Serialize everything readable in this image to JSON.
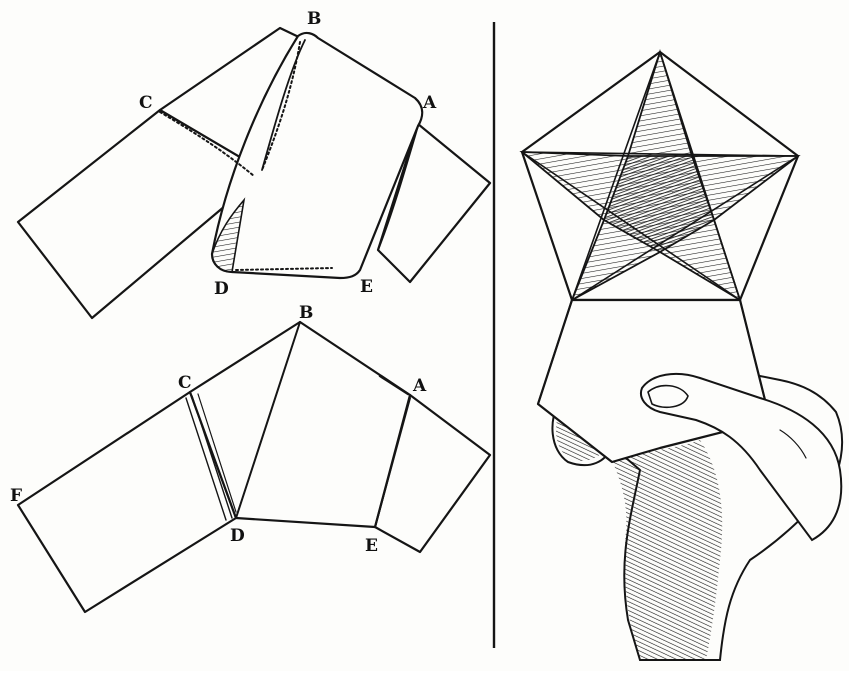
{
  "figure": {
    "ink_color": "#151515",
    "paper_color": "#fdfdfb"
  },
  "top_knot": {
    "labels": {
      "a": "A",
      "b": "B",
      "c": "C",
      "d": "D",
      "e": "E"
    }
  },
  "bottom_knot": {
    "labels": {
      "a": "A",
      "b": "B",
      "c": "C",
      "d": "D",
      "e": "E",
      "f": "F"
    }
  },
  "right_panel": {
    "elements": [
      "pentagram",
      "pentagon",
      "hand"
    ]
  }
}
